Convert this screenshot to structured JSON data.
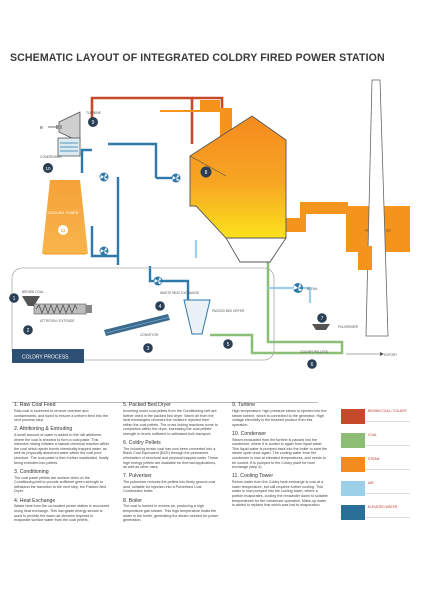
{
  "title": "SCHEMATIC LAYOUT OF INTEGRATED COLDRY FIRED POWER STATION",
  "diagram": {
    "labels": {
      "e_mark": "e",
      "turbine": "TURBINE",
      "condenser": "CONDENSER",
      "cooling_tower": "COOLING TOWER",
      "precipitator": "PRECIPITATOR",
      "id_fan": "ID FAN",
      "pulveriser": "PULVERISER",
      "coldry_pellets": "COLDRY PELLETS",
      "export": "EXPORT",
      "brown_coal": "BROWN COAL",
      "waste_heat_exchange": "WASTE HEAT EXCHANGE",
      "attrition_extrude": "ATTRITION / EXTRUDE",
      "conveyor": "CONVEYOR",
      "packed_bed_dryer": "PACKED BED DRYER",
      "coldry_process": "COLDRY PROCESS"
    },
    "numbers": {
      "n1": "1",
      "n2": "2",
      "n3": "3",
      "n4": "4",
      "n5": "5",
      "n6": "6",
      "n7": "7",
      "n8": "8",
      "n9": "9",
      "n10": "10",
      "n11": "11"
    }
  },
  "steps": [
    {
      "title": "1. Raw Coal Feed",
      "body": "Raw coal is screened to remove oversize and contaminants, and sized to ensure a uniform feed into the next process step."
    },
    {
      "title": "2. Attritioning & Extruding",
      "body": "A small amount of water is added to the mill attritioner, where the coal is sheared to form a coal paste. This intensive mixing initiates a natural chemical reaction within the coal which ejects bonds chemically trapped water, as well as physically absorbed water within the coal pore structure. The coal paste is then further masticated, finally being extruded into pellets."
    },
    {
      "title": "3. Conditioning",
      "body": "The coal paste pellets are surface dried on the Conditioning belt to provide sufficient green strength to withstand the transition to the next step, the Packed Bed Dryer."
    },
    {
      "title": "4. Heat Exchange",
      "body": "Waste heat from the co-located power station is recovered using heat exchange. This low-grade energy stream is used to provide the warm air streams required to evaporate surface water from the coal pellets."
    },
    {
      "title": "5. Packed Bed Dryer",
      "body": "Incoming moist coal pellets from the Conditioning belt are further dried in the packed bed dryer. Warm air from the heat exchangers removes the moisture rejected from within the coal pellets. The cross linking reactions come to completion within the dryer, increasing the coal pellets' strength to levels sufficient to withstand bulk transport."
    },
    {
      "title": "6. Coldry Pellets",
      "body": "The incoming brown coal has now been converted into a Black Coal Equivalent (BCE) through the permanent elimination of structural and physical trapped water. These high energy pellets are available for thermal applications, as well as other uses."
    },
    {
      "title": "7. Pulveriser",
      "body": "The pulveriser reduces the pellets into finely ground coal dust, suitable for injection into a Pulverised Coal Combustion boiler."
    },
    {
      "title": "8. Boiler",
      "body": "The coal is burned in excess air, producing a high temperature gas stream. This high temperature heats the water in the boiler, generating the steam needed for power generation."
    },
    {
      "title": "9. Turbine",
      "body": "High temperature, high pressure steam is injected into the steam turbine, which is connected to the generator. High voltage electricity is the finished product from this operation."
    },
    {
      "title": "10. Condenser",
      "body": "Steam exhausted from the turbine is passed into the condenser, where it is cooled to again form liquid water. This liquid water is pumped back into the boiler to start the steam cycle once again. The cooling water from the condenser is now at elevated temperatures, and needs to be cooled. It is pumped to the Coldry plant for heat exchange (step 4)."
    },
    {
      "title": "11. Cooling Tower",
      "body": "Return water from the Coldry heat exchange is now at a lower temperature, but still requires further cooling. This water is now pumped into the cooling tower, where a portion evaporates, cooling the remainder down to suitable temperatures for the condenser operation. Make-up water is added to replace that which was lost to evaporation."
    }
  ],
  "key": [
    {
      "label": "BROWN COAL / COLDRY",
      "color": "#c44a2b"
    },
    {
      "label": "COAL",
      "color": "#8dbd74"
    },
    {
      "label": "STEAM",
      "color": "#f28c1e"
    },
    {
      "label": "AIR",
      "color": "#9ccfe8"
    },
    {
      "label": "ELEVATED WATER",
      "color": "#2a6f97"
    }
  ],
  "colors": {
    "orange": "#f4941c",
    "blue": "#2d79a9",
    "light_blue": "#9ccfe8",
    "green": "#8cbf78",
    "red": "#c64a2a"
  }
}
